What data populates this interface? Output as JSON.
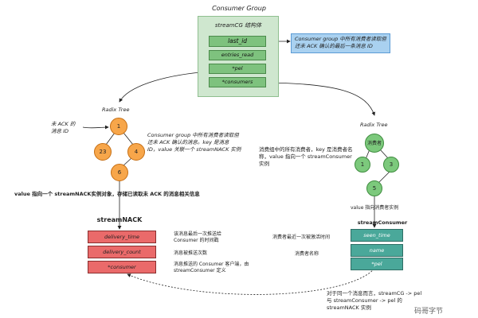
{
  "title": "Consumer Group",
  "stream_group": {
    "label": "streamCG 结构体",
    "fields": [
      "last_id",
      "entries_read",
      "*pel",
      "*consumers"
    ]
  },
  "blue_note": "Consumer group 中所有消费者读取但还未 ACK 确认的最后一条消息 ID",
  "left_tree": {
    "title": "Radix Tree",
    "ack_label": "未 ACK 的\n消息 ID",
    "nodes": [
      "1",
      "23",
      "4",
      "6"
    ],
    "desc": "Consumer group 中所有消费者读取但还未 ACK 确认的消息。key 是消息 ID，value 关联一个 streamNACK 实例",
    "value_note": "value 指向一个 streamNACK实例对象，存储已读取未 ACK 的消息相关信息"
  },
  "right_tree": {
    "title": "Radix Tree",
    "nodes": [
      "消费者",
      "1",
      "3",
      "5"
    ],
    "desc": "消费组中的所有消费者，key 是消费者名称，value 指向一个 streamConsumer 实例",
    "value_note": "value 指向消费者实例"
  },
  "stream_nack": {
    "title": "streamNACK",
    "fields": [
      "delivery_time",
      "delivery_count",
      "*consumer"
    ],
    "notes": [
      "该消息最后一次推送给 Consumer 的时间戳",
      "消息被推送次数",
      "消息推送的 Consumer 客户端，由 streamConsumer 定义"
    ]
  },
  "stream_consumer": {
    "title": "streamConsumer",
    "fields": [
      "seen_time",
      "name",
      "*pel"
    ],
    "notes": [
      "消费者最近一次被激活时间",
      "消费者名称"
    ]
  },
  "bottom_note": "对于同一个消息而言，streamCG -> pel 与 streamConsumer -> pel 的 streamNACK 实例",
  "watermark": "码哥字节"
}
